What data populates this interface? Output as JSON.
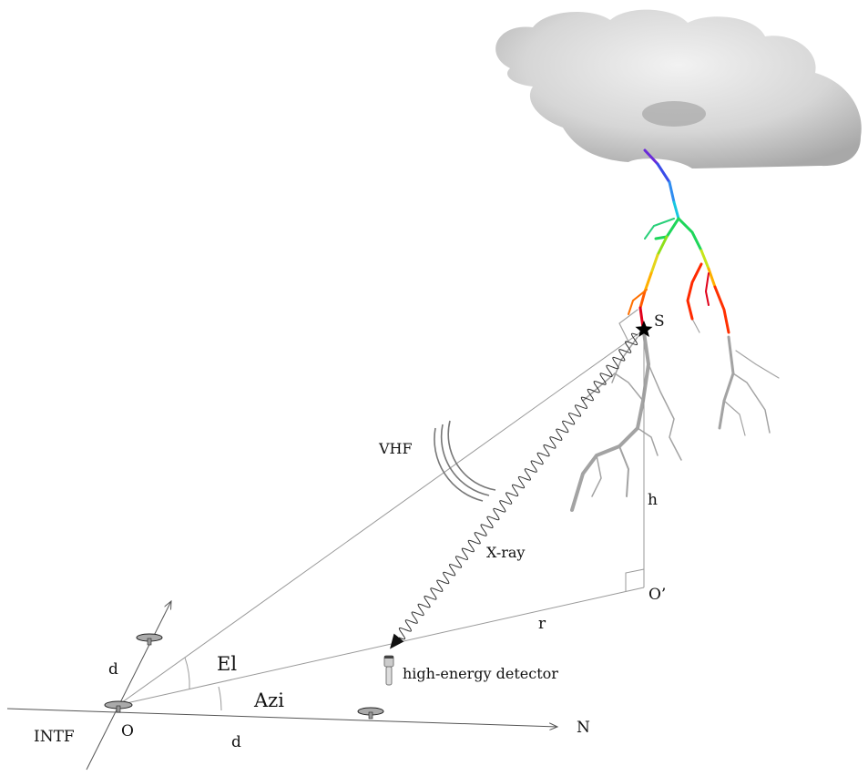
{
  "labels": {
    "S": "S",
    "h": "h",
    "O_prime": "O’",
    "r": "r",
    "El": "El",
    "Azi": "Azi",
    "d_ground": "d",
    "d_axis": "d",
    "O": "O",
    "INTF": "INTF",
    "N": "N",
    "VHF": "VHF",
    "X_ray": "X-ray",
    "detector": "high-energy detector"
  },
  "colors": {
    "line": "#9a9a9a",
    "cloud": "#d8d8d8",
    "lightning_gray": "#a0a0a0",
    "rainbow": [
      "#6a2bd9",
      "#2f6cf0",
      "#18c6e0",
      "#1ed65a",
      "#c7e51a",
      "#ffb000",
      "#ff5a00",
      "#e0001a"
    ]
  },
  "icons": [
    "star-icon",
    "antenna-icon",
    "detector-icon",
    "cloud-icon",
    "lightning-icon",
    "radio-wave-icon"
  ]
}
